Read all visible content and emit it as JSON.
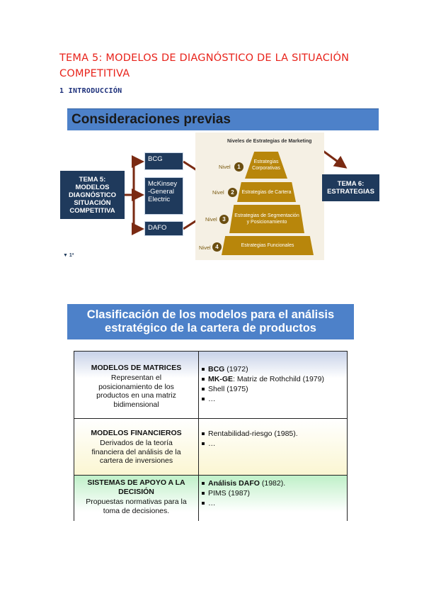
{
  "doc": {
    "title": "TEMA 5: MODELOS DE DIAGNÓSTICO DE LA SITUACIÓN COMPETITIVA",
    "subheading": "1 INTRODUCCIÓN"
  },
  "slide1": {
    "header": "Consideraciones previas",
    "tema5": "TEMA 5:\nMODELOS\nDIAGNÓSTICO\nSITUACIÓN\nCOMPETITIVA",
    "models": [
      "BCG",
      "McKinsey\n-General\nElectric",
      "DAFO"
    ],
    "pyramid_title": "Niveles de Estrategias de Marketing",
    "levels": [
      {
        "label": "Nivel",
        "num": "1",
        "text": "Estrategias\nCorporativas"
      },
      {
        "label": "Nivel",
        "num": "2",
        "text": "Estrategias de Cartera"
      },
      {
        "label": "Nivel",
        "num": "3",
        "text": "Estrategias de Segmentación\ny Posicionamiento"
      },
      {
        "label": "Nivel",
        "num": "4",
        "text": "Estrategias Funcionales"
      }
    ],
    "tema6": "TEMA 6:\nESTRATEGIAS",
    "slide_num": "1ª"
  },
  "slide2": {
    "header": "Clasificación de los modelos para el análisis\nestratégico de la cartera de productos",
    "rows": [
      {
        "name": "MODELOS DE MATRICES",
        "desc": "Representan el\nposicionamiento de los\nproductos en una matriz\nbidimensional",
        "items": [
          {
            "bold": "BCG",
            "rest": " (1972)"
          },
          {
            "bold": "MK-GE",
            "rest": ": Matriz de Rothchild (1979)"
          },
          {
            "bold": "",
            "rest": "Shell (1975)"
          },
          {
            "bold": "",
            "rest": "…"
          }
        ]
      },
      {
        "name": "MODELOS FINANCIEROS",
        "desc": "Derivados de la teoría\nfinanciera del análisis de la\ncartera de inversiones",
        "items": [
          {
            "bold": "",
            "rest": "Rentabilidad-riesgo (1985)."
          },
          {
            "bold": "",
            "rest": "…"
          }
        ]
      },
      {
        "name": "SISTEMAS DE APOYO A LA\nDECISIÓN",
        "desc": "Propuestas normativas para la\ntoma de decisiones.",
        "items": [
          {
            "bold": "Análisis DAFO",
            "rest": " (1982)."
          },
          {
            "bold": "",
            "rest": "PIMS (1987)"
          },
          {
            "bold": "",
            "rest": "…"
          }
        ]
      }
    ]
  },
  "colors": {
    "title_red": "#e8231b",
    "navy": "#1f3a5c",
    "header_blue": "#4d81c9",
    "pyramid_gold": "#b8860b",
    "arrow_brown": "#7a2a12"
  }
}
